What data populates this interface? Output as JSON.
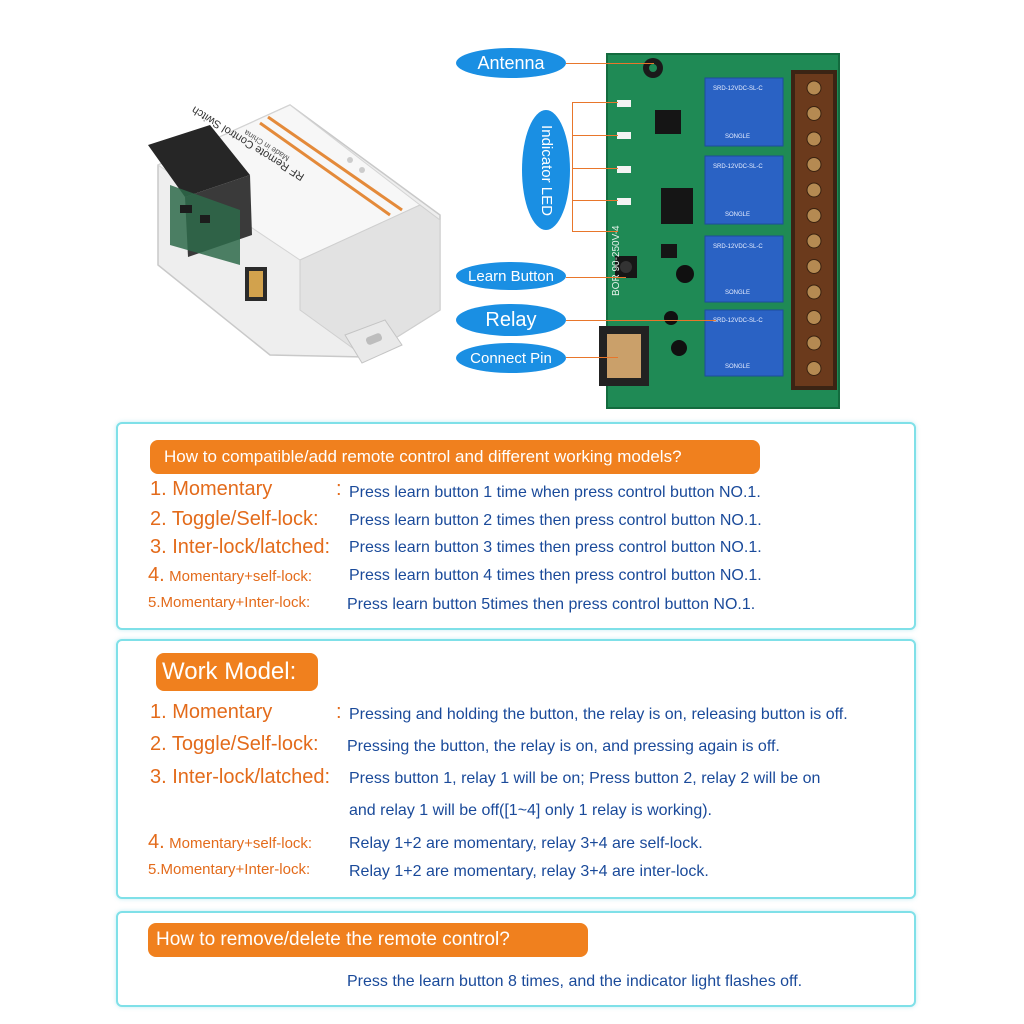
{
  "callouts": {
    "antenna": "Antenna",
    "indicator_led": "Indicator LED",
    "learn_button": "Learn Button",
    "relay": "Relay",
    "connect_pin": "Connect Pin"
  },
  "enclosure_label": {
    "title": "RF Remote Control Switch",
    "made_in": "Made in China"
  },
  "pcb": {
    "silkscreen": "BOR 90-250V-4",
    "relay_label": "SRD-12VDC-SL-C",
    "relay_brand": "SONGLE"
  },
  "panel_compat": {
    "heading": "How to compatible/add remote control and different working models?",
    "rows": [
      {
        "mode": "1. Momentary",
        "sep": ":",
        "desc": "Press learn button 1 time when press control button NO.1."
      },
      {
        "mode": "2. Toggle/Self-lock:",
        "desc": "Press learn button 2 times then press control button NO.1."
      },
      {
        "mode": "3. Inter-lock/latched:",
        "desc": "Press learn button 3 times then press control button NO.1."
      },
      {
        "mode_num": "4.",
        "mode": "Momentary+self-lock:",
        "desc": "Press learn button 4 times then press control button NO.1."
      },
      {
        "mode": "5.Momentary+Inter-lock:",
        "desc": "Press learn button  5times then press control button NO.1."
      }
    ]
  },
  "panel_work": {
    "heading": "Work Model:",
    "rows": [
      {
        "mode": "1. Momentary",
        "sep": ":",
        "desc": "Pressing and holding the button, the relay is on, releasing button is off."
      },
      {
        "mode": "2. Toggle/Self-lock:",
        "desc": "Pressing the button, the relay is on, and pressing again is off."
      },
      {
        "mode": "3. Inter-lock/latched:",
        "desc": "Press button 1, relay 1 will be on; Press button 2, relay 2 will be on",
        "desc2": "and relay 1 will be off([1~4] only 1 relay is working)."
      },
      {
        "mode_num": "4.",
        "mode": "Momentary+self-lock:",
        "desc": "Relay 1+2 are momentary, relay 3+4 are self-lock."
      },
      {
        "mode": "5.Momentary+Inter-lock:",
        "desc": "Relay 1+2 are momentary, relay 3+4 are inter-lock."
      }
    ]
  },
  "panel_remove": {
    "heading": "How to remove/delete the remote control?",
    "desc": "Press the learn button 8 times, and the indicator light flashes off."
  },
  "colors": {
    "accent_orange": "#f0801e",
    "callout_blue": "#1a8fe3",
    "panel_border": "#7fe0e8",
    "pcb_green": "#1f8a55",
    "text_blue": "#1a4a9a"
  }
}
